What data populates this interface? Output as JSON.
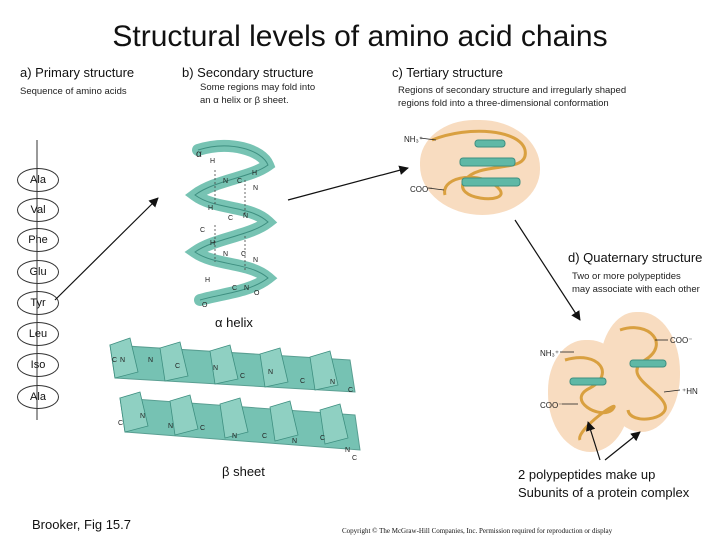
{
  "title": "Structural levels of amino acid chains",
  "primary": {
    "heading": "a) Primary structure",
    "description": "Sequence of amino acids",
    "residues": [
      "Ala",
      "Val",
      "Phe",
      "Glu",
      "Tyr",
      "Leu",
      "Iso",
      "Ala"
    ]
  },
  "secondary": {
    "heading": "b) Secondary structure",
    "description_line1": "Some regions may fold into",
    "description_line2": "an α helix or β sheet.",
    "alpha_symbol": "α",
    "helix_label": "α helix",
    "sheet_label": "β sheet"
  },
  "tertiary": {
    "heading": "c) Tertiary structure",
    "description_line1": "Regions of secondary structure and irregularly shaped",
    "description_line2": "regions fold into a three-dimensional conformation",
    "n_terminus": "NH₃⁺",
    "c_terminus": "COO⁻"
  },
  "quaternary": {
    "heading": "d) Quaternary structure",
    "description_line1": "Two or more polypeptides",
    "description_line2": "may associate with each other",
    "labels": [
      "COO⁻",
      "NH₃⁺",
      "COO⁻",
      "⁺HN"
    ]
  },
  "annotation_line1": "2 polypeptides make up",
  "annotation_line2": "Subunits of a protein complex",
  "credit": "Brooker, Fig 15.7",
  "copyright": "Copyright © The McGraw-Hill Companies, Inc. Permission required for reproduction or display",
  "colors": {
    "ribbon": "#5fb8a6",
    "ribbon_dark": "#3e8f80",
    "globule": "#f8dcc0",
    "coil": "#d9a040"
  }
}
